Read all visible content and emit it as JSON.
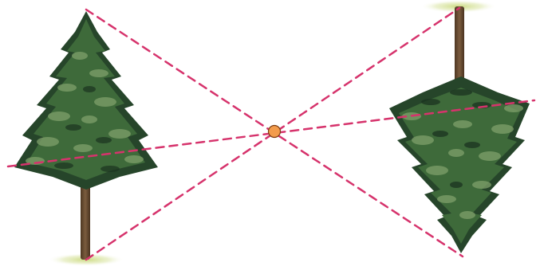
{
  "diagram": {
    "subject": "pinhole-camera-inversion",
    "colors": {
      "ray": "#d6336c",
      "center_point": "#f39c4c",
      "center_point_stroke": "#7a3b10",
      "foliage_dark": "#26452a",
      "foliage_mid": "#3e6a3a",
      "foliage_light": "#7fa06a",
      "trunk": "#6b4f35",
      "ground_glow": "#d8e2a0"
    },
    "objects": [
      {
        "id": "upright-tree",
        "orientation": "upright"
      },
      {
        "id": "inverted-tree",
        "orientation": "inverted"
      }
    ]
  }
}
